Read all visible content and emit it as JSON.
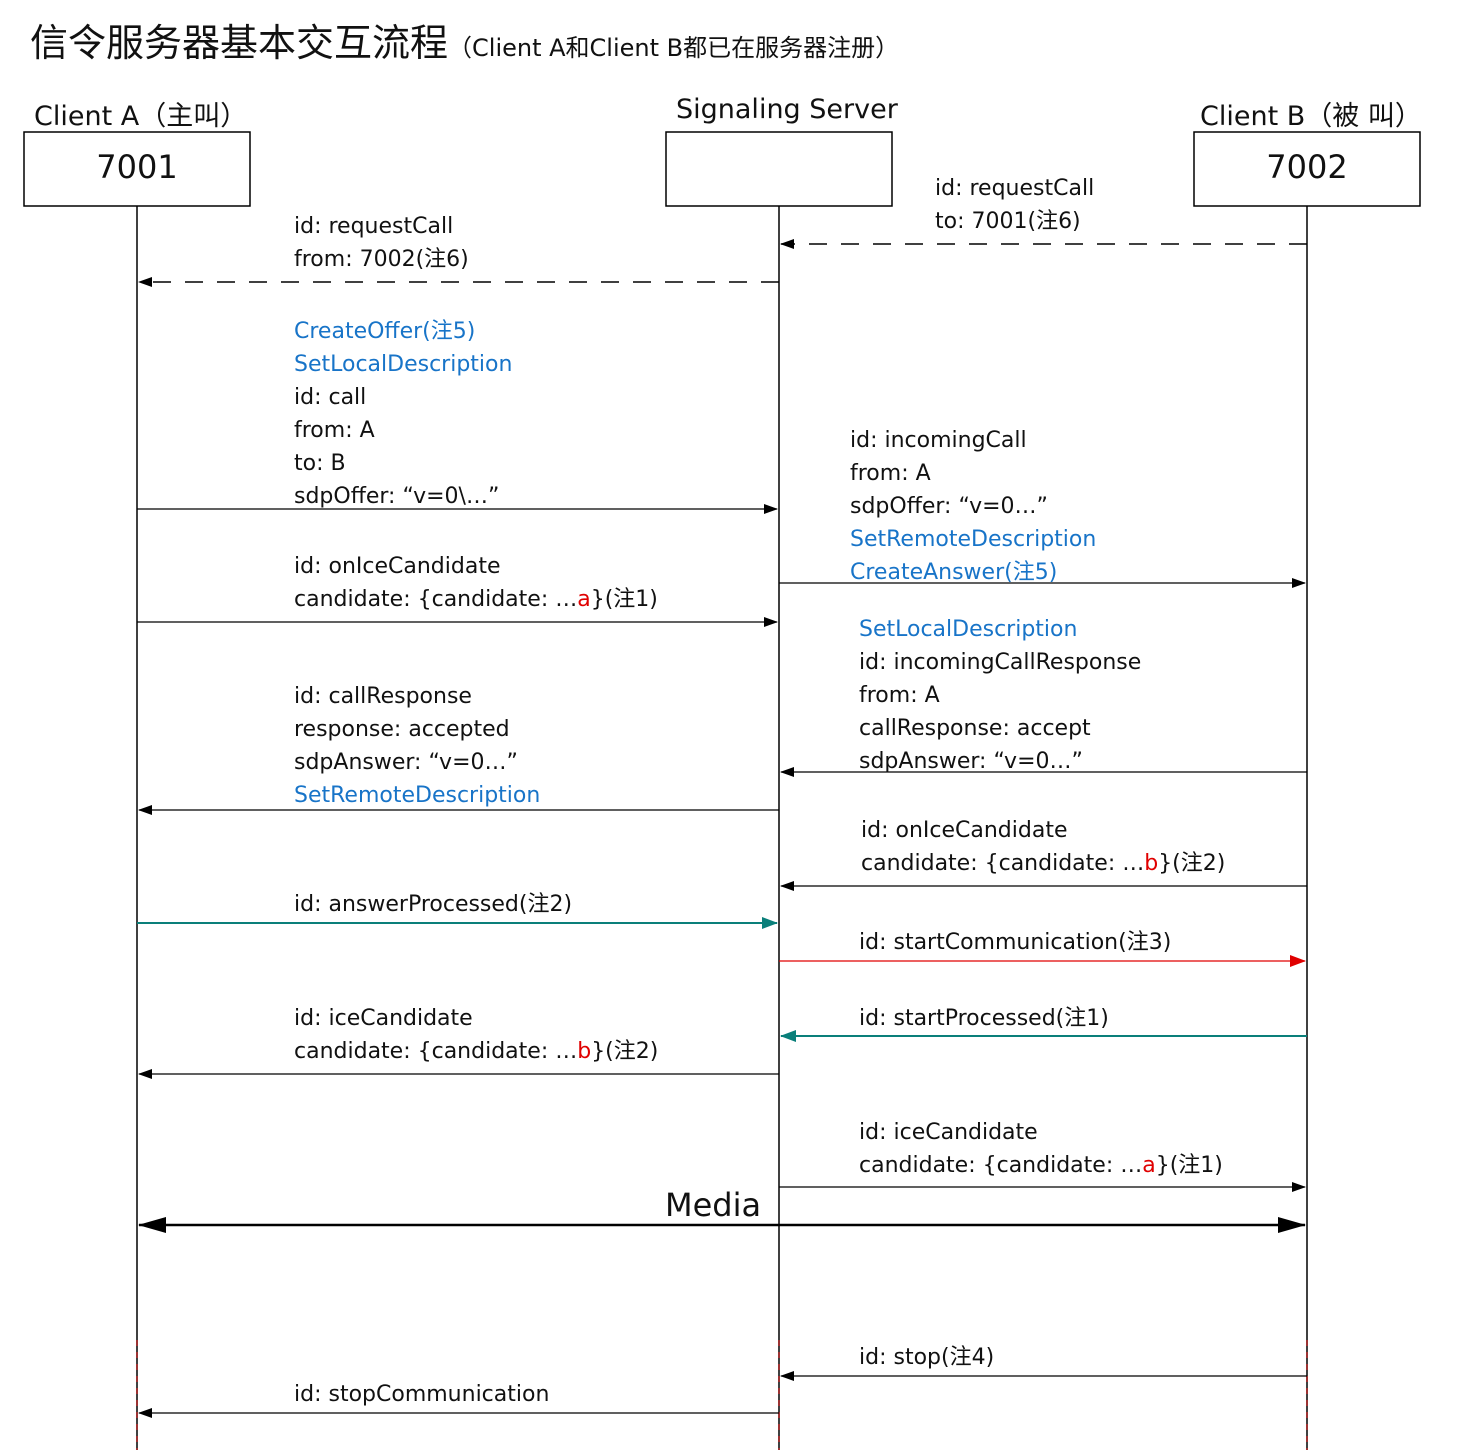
{
  "title": {
    "main": "信令服务器基本交互流程",
    "sub": "（Client A和Client B都已在服务器注册）"
  },
  "actors": [
    {
      "label": "Client A（主叫）",
      "box": "7001"
    },
    {
      "label": "Signaling Server",
      "box": ""
    },
    {
      "label": "Client B（被 叫）",
      "box": "7002"
    }
  ],
  "messages": {
    "b_to_s_request": [
      "id: requestCall",
      "to: 7001(注6)"
    ],
    "s_to_a_request": [
      "id: requestCall",
      "from: 7002(注6)"
    ],
    "a_to_s_call": {
      "actions": [
        "CreateOffer(注5)",
        "SetLocalDescription"
      ],
      "lines": [
        "id: call",
        "from: A",
        "to: B",
        "sdpOffer: “v=0\\…”"
      ]
    },
    "s_to_b_incoming": {
      "lines": [
        "id: incomingCall",
        "from: A",
        "sdpOffer: “v=0…”"
      ],
      "actions": [
        "SetRemoteDescription",
        "CreateAnswer(注5)"
      ]
    },
    "a_to_s_ice": {
      "line1": "id: onIceCandidate",
      "prefix": "candidate: {candidate: …",
      "mark": "a",
      "suffix": "}(注1)"
    },
    "b_to_s_response": {
      "actions": [
        "SetLocalDescription"
      ],
      "lines": [
        "id: incomingCallResponse",
        "from: A",
        "callResponse: accept",
        "sdpAnswer: “v=0…”"
      ]
    },
    "s_to_a_response": {
      "lines": [
        "id: callResponse",
        "response: accepted",
        "sdpAnswer: “v=0…”"
      ],
      "actions": [
        "SetRemoteDescription"
      ]
    },
    "b_to_s_ice": {
      "line1": "id: onIceCandidate",
      "prefix": "candidate: {candidate: …",
      "mark": "b",
      "suffix": "}(注2)"
    },
    "a_to_s_answer_processed": "id: answerProcessed(注2)",
    "s_to_b_start": "id: startCommunication(注3)",
    "b_to_s_start_processed": "id: startProcessed(注1)",
    "s_to_a_ice": {
      "line1": "id: iceCandidate",
      "prefix": "candidate: {candidate: …",
      "mark": "b",
      "suffix": "}(注2)"
    },
    "s_to_b_ice": {
      "line1": "id: iceCandidate",
      "prefix": "candidate: {candidate: …",
      "mark": "a",
      "suffix": "}(注1)"
    },
    "media": "Media",
    "b_to_s_stop": "id: stop(注4)",
    "s_to_a_stop": "id: stopCommunication"
  },
  "colors": {
    "line": "#000000",
    "teal": "#0a7f7a",
    "red": "#e00000",
    "blue_text": "#1874c8"
  }
}
